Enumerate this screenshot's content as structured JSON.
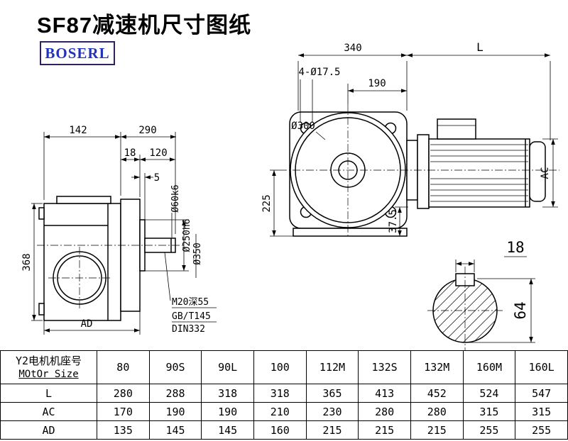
{
  "page": {
    "title": "SF87减速机尺寸图纸",
    "logo_text": "BOSERL"
  },
  "side_view": {
    "dim_body_width": "142",
    "dim_total_width": "290",
    "dim_flange_thickness": "18",
    "dim_shaft_length": "120",
    "dim_step": "5",
    "dim_height": "368",
    "dim_ad": "AD",
    "label_shaft_dia": "Ø60k6",
    "label_spigot_dia": "Ø250h6",
    "label_flange_dia": "Ø350",
    "note_thread": "M20深55",
    "note_standard": "GB/T145",
    "note_din": "DIN332"
  },
  "front_view": {
    "dim_housing_width": "340",
    "dim_motor_length": "L",
    "dim_bolt_holes": "4-Ø17.5",
    "dim_190": "190",
    "label_flange_dia": "Ø300",
    "dim_center_height": "225",
    "dim_foot": "37.5",
    "dim_ac": "AC"
  },
  "shaft_section": {
    "dim_key_width": "18",
    "dim_key_height": "64"
  },
  "table": {
    "row_header_line1": "Y2电机机座号",
    "row_header_line2": "MOtOr Size",
    "frame_sizes": [
      "80",
      "90S",
      "90L",
      "100",
      "112M",
      "132S",
      "132M",
      "160M",
      "160L"
    ],
    "rows": [
      {
        "label": "L",
        "values": [
          "280",
          "288",
          "318",
          "318",
          "365",
          "413",
          "452",
          "524",
          "547"
        ]
      },
      {
        "label": "AC",
        "values": [
          "170",
          "190",
          "190",
          "210",
          "230",
          "280",
          "280",
          "315",
          "315"
        ]
      },
      {
        "label": "AD",
        "values": [
          "135",
          "145",
          "145",
          "160",
          "215",
          "215",
          "215",
          "255",
          "255"
        ]
      }
    ]
  },
  "colors": {
    "logo_text": "#2233bb",
    "logo_border": "#32205f",
    "line": "#000000"
  }
}
